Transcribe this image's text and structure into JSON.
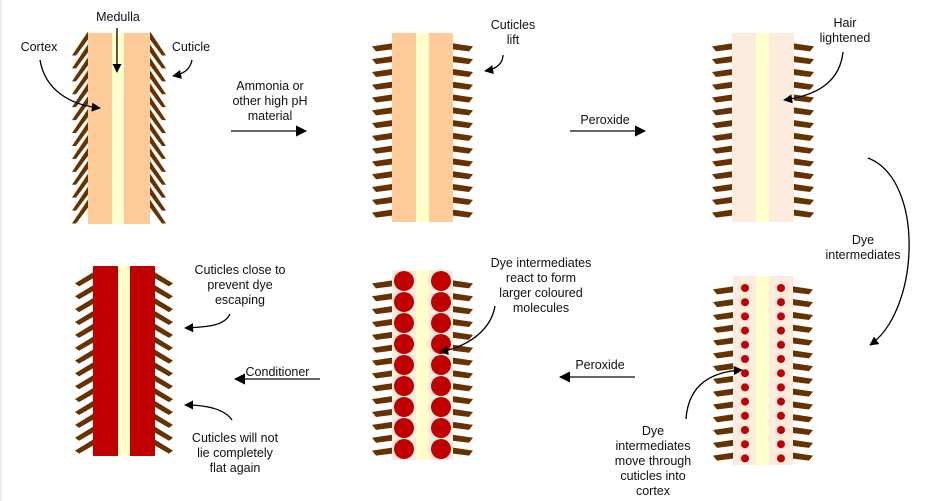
{
  "title": "Hair colouring process",
  "colors": {
    "cortex": "#ffcc99",
    "cortex_light": "#fdebdd",
    "medulla": "#ffffcc",
    "cuticle": "#663300",
    "dye": "#c00000"
  },
  "stages": [
    {
      "id": "untreated",
      "labels": {
        "medulla": "Medulla",
        "cortex": "Cortex",
        "cuticle": "Cuticle"
      }
    },
    {
      "id": "cuticles-lifted",
      "labels": {
        "note": "Cuticles\nlift"
      }
    },
    {
      "id": "lightened",
      "labels": {
        "note": "Hair\nlightened"
      }
    },
    {
      "id": "dye-entered",
      "labels": {
        "note": "Dye\nintermediates\nmove through\ncuticles into\ncortex"
      }
    },
    {
      "id": "dye-reacted",
      "labels": {
        "note": "Dye intermediates\nreact to form\nlarger coloured\nmolecules"
      }
    },
    {
      "id": "conditioned",
      "labels": {
        "note_top": "Cuticles close to\nprevent dye\nescaping",
        "note_bottom": "Cuticles will not\nlie completely\nflat again"
      }
    }
  ],
  "steps": {
    "ammonia": "Ammonia or\nother high pH\nmaterial",
    "peroxide_1": "Peroxide",
    "dye_intermediates": "Dye\nintermediates",
    "peroxide_2": "Peroxide",
    "conditioner": "Conditioner"
  }
}
